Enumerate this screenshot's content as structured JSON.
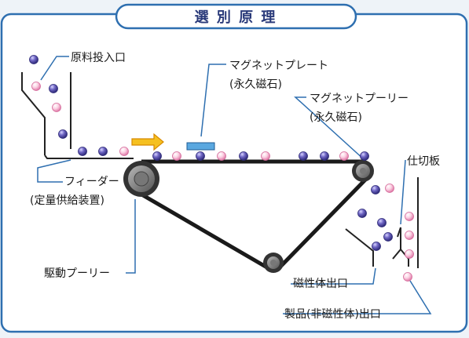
{
  "title": "選 別 原 理",
  "labels": {
    "inlet": "原料投入口",
    "plate_name": "マグネットプレート",
    "plate_sub": "(永久磁石)",
    "pulley_name": "マグネットプーリー",
    "pulley_sub": "(永久磁石)",
    "feeder_name": "フィーダー",
    "feeder_sub": "(定量供給装置)",
    "drive": "駆動プーリー",
    "divider": "仕切板",
    "magnetic_outlet": "磁性体出口",
    "product_outlet": "製品(非磁性体)出口"
  },
  "colors": {
    "frame": "#2e6fb0",
    "belt": "#1a1a1a",
    "magnetic_particle": "#5a52a8",
    "nonmagnetic_particle": "#f2a8c8",
    "plate": "#5aa8e0",
    "arrow": "#f5c020",
    "pulley": "#8a8a8a",
    "leader": "#2e6fb0"
  }
}
